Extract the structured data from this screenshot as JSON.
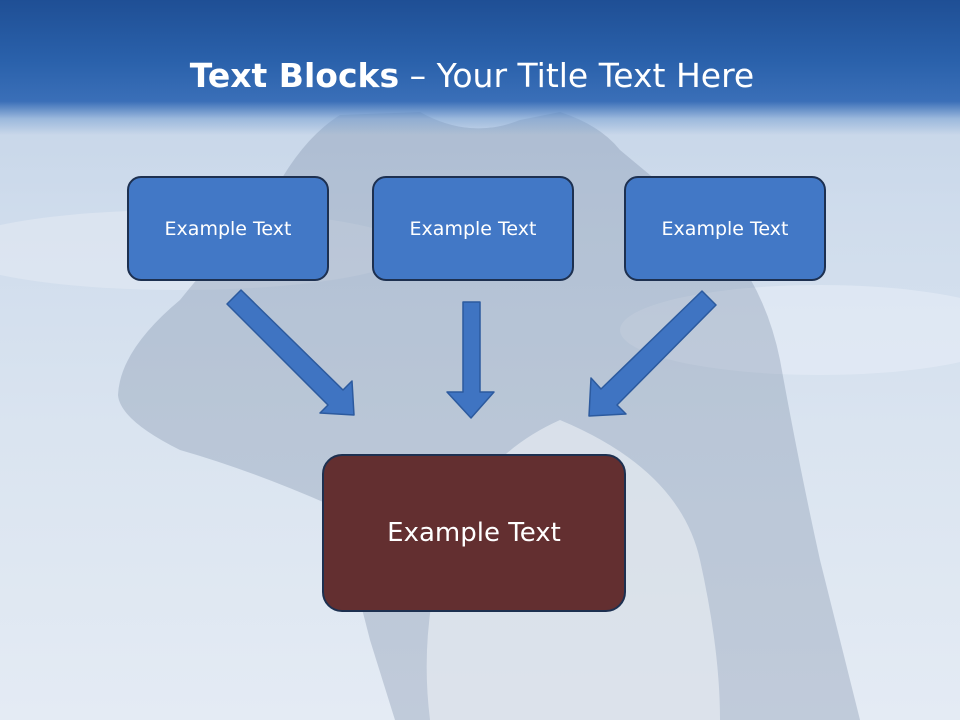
{
  "title": {
    "bold": "Text Blocks",
    "dash": " – ",
    "rest": "Your Title Text Here"
  },
  "blocks": [
    {
      "label": "Example Text"
    },
    {
      "label": "Example Text"
    },
    {
      "label": "Example Text"
    }
  ],
  "target": {
    "label": "Example Text"
  },
  "colors": {
    "header": "#2a61ab",
    "block_fill": "#4278c6",
    "target_fill": "#632f30",
    "arrow_fill": "#3f74c2"
  }
}
